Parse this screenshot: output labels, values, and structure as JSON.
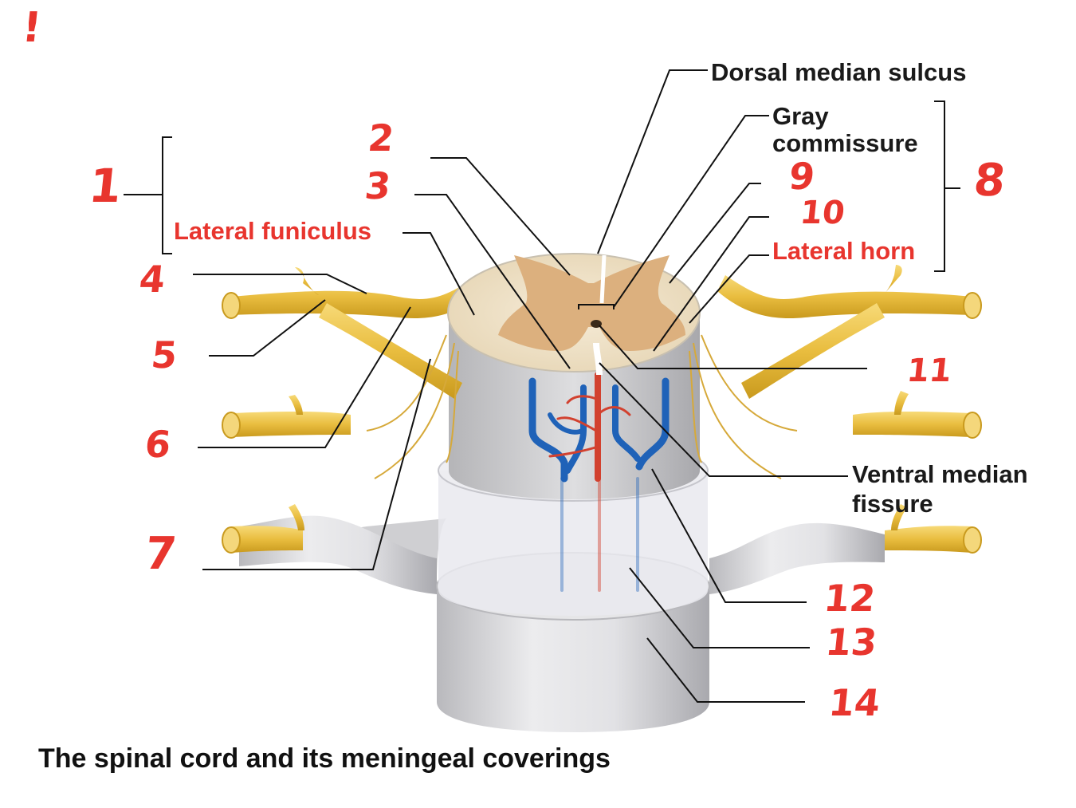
{
  "colors": {
    "nerve": "#f2c94c",
    "nerve_dark": "#c99a1e",
    "white_matter": "#f1e4cc",
    "gray_matter": "#dcb07e",
    "meninges": "#d9d9db",
    "vein": "#1f62b8",
    "artery": "#d2412f",
    "annotation": "#e8352e"
  },
  "labels": {
    "dorsal_median_sulcus": "Dorsal median sulcus",
    "gray_commissure_1": "Gray",
    "gray_commissure_2": "commissure",
    "lateral_funiculus": "Lateral funiculus",
    "lateral_horn": "Lateral horn",
    "ventral_median_fissure_1": "Ventral median",
    "ventral_median_fissure_2": "fissure"
  },
  "handwritten": {
    "mark": "!",
    "n1": "1",
    "n2": "2",
    "n3": "3",
    "n4": "4",
    "n5": "5",
    "n6": "6",
    "n7": "7",
    "n8": "8",
    "n9": "9",
    "n10": "10",
    "n11": "11",
    "n12": "12",
    "n13": "13",
    "n14": "14"
  },
  "caption": "The spinal cord and its meningeal coverings"
}
